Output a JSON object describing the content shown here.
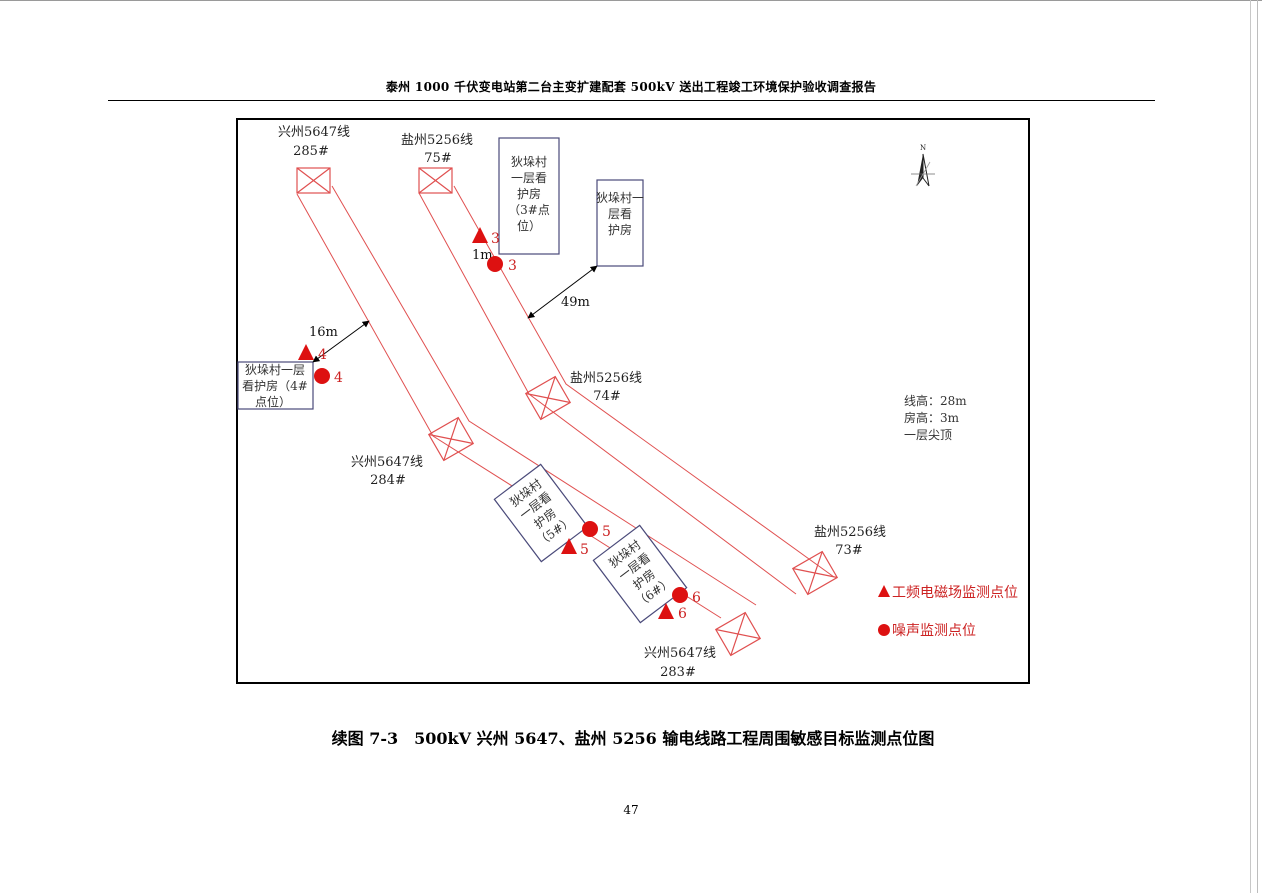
{
  "header": {
    "title": "泰州 1000 千伏变电站第二台主变扩建配套 500kV 送出工程竣工环境保护验收调查报告"
  },
  "diagram": {
    "towers": {
      "xz285": {
        "line": "兴州5647线",
        "num": "285#"
      },
      "xz284": {
        "line": "兴州5647线",
        "num": "284#"
      },
      "xz283": {
        "line": "兴州5647线",
        "num": "283#"
      },
      "yz75": {
        "line": "盐州5256线",
        "num": "75#"
      },
      "yz74": {
        "line": "盐州5256线",
        "num": "74#"
      },
      "yz73": {
        "line": "盐州5256线",
        "num": "73#"
      }
    },
    "houses": {
      "h3": [
        "狄垛村",
        "一层看",
        "护房",
        "（3#点",
        "位）"
      ],
      "hnear": [
        "狄垛村一",
        "层看",
        "护房"
      ],
      "h4": [
        "狄垛村一层",
        "看护房（4#",
        "点位）"
      ],
      "h5": [
        "狄垛村",
        "一层看",
        "护房",
        "（5#）"
      ],
      "h6": [
        "狄垛村",
        "一层看",
        "护房",
        "（6#）"
      ]
    },
    "distances": {
      "d1": "1m",
      "d49": "49m",
      "d16": "16m"
    },
    "points": {
      "p3": "3",
      "p4": "4",
      "p5": "5",
      "p6": "6"
    },
    "notes": [
      "线高：28m",
      "房高：3m",
      "一层尖顶"
    ],
    "legend": {
      "em": "工频电磁场监测点位",
      "noise": "噪声监测点位"
    },
    "north": "N",
    "colors": {
      "line": "#e05050",
      "marker": "#dd1111",
      "house": "#4a4a7a"
    }
  },
  "caption": "续图 7-3　500kV 兴州 5647、盐州 5256 输电线路工程周围敏感目标监测点位图",
  "page_number": "47"
}
